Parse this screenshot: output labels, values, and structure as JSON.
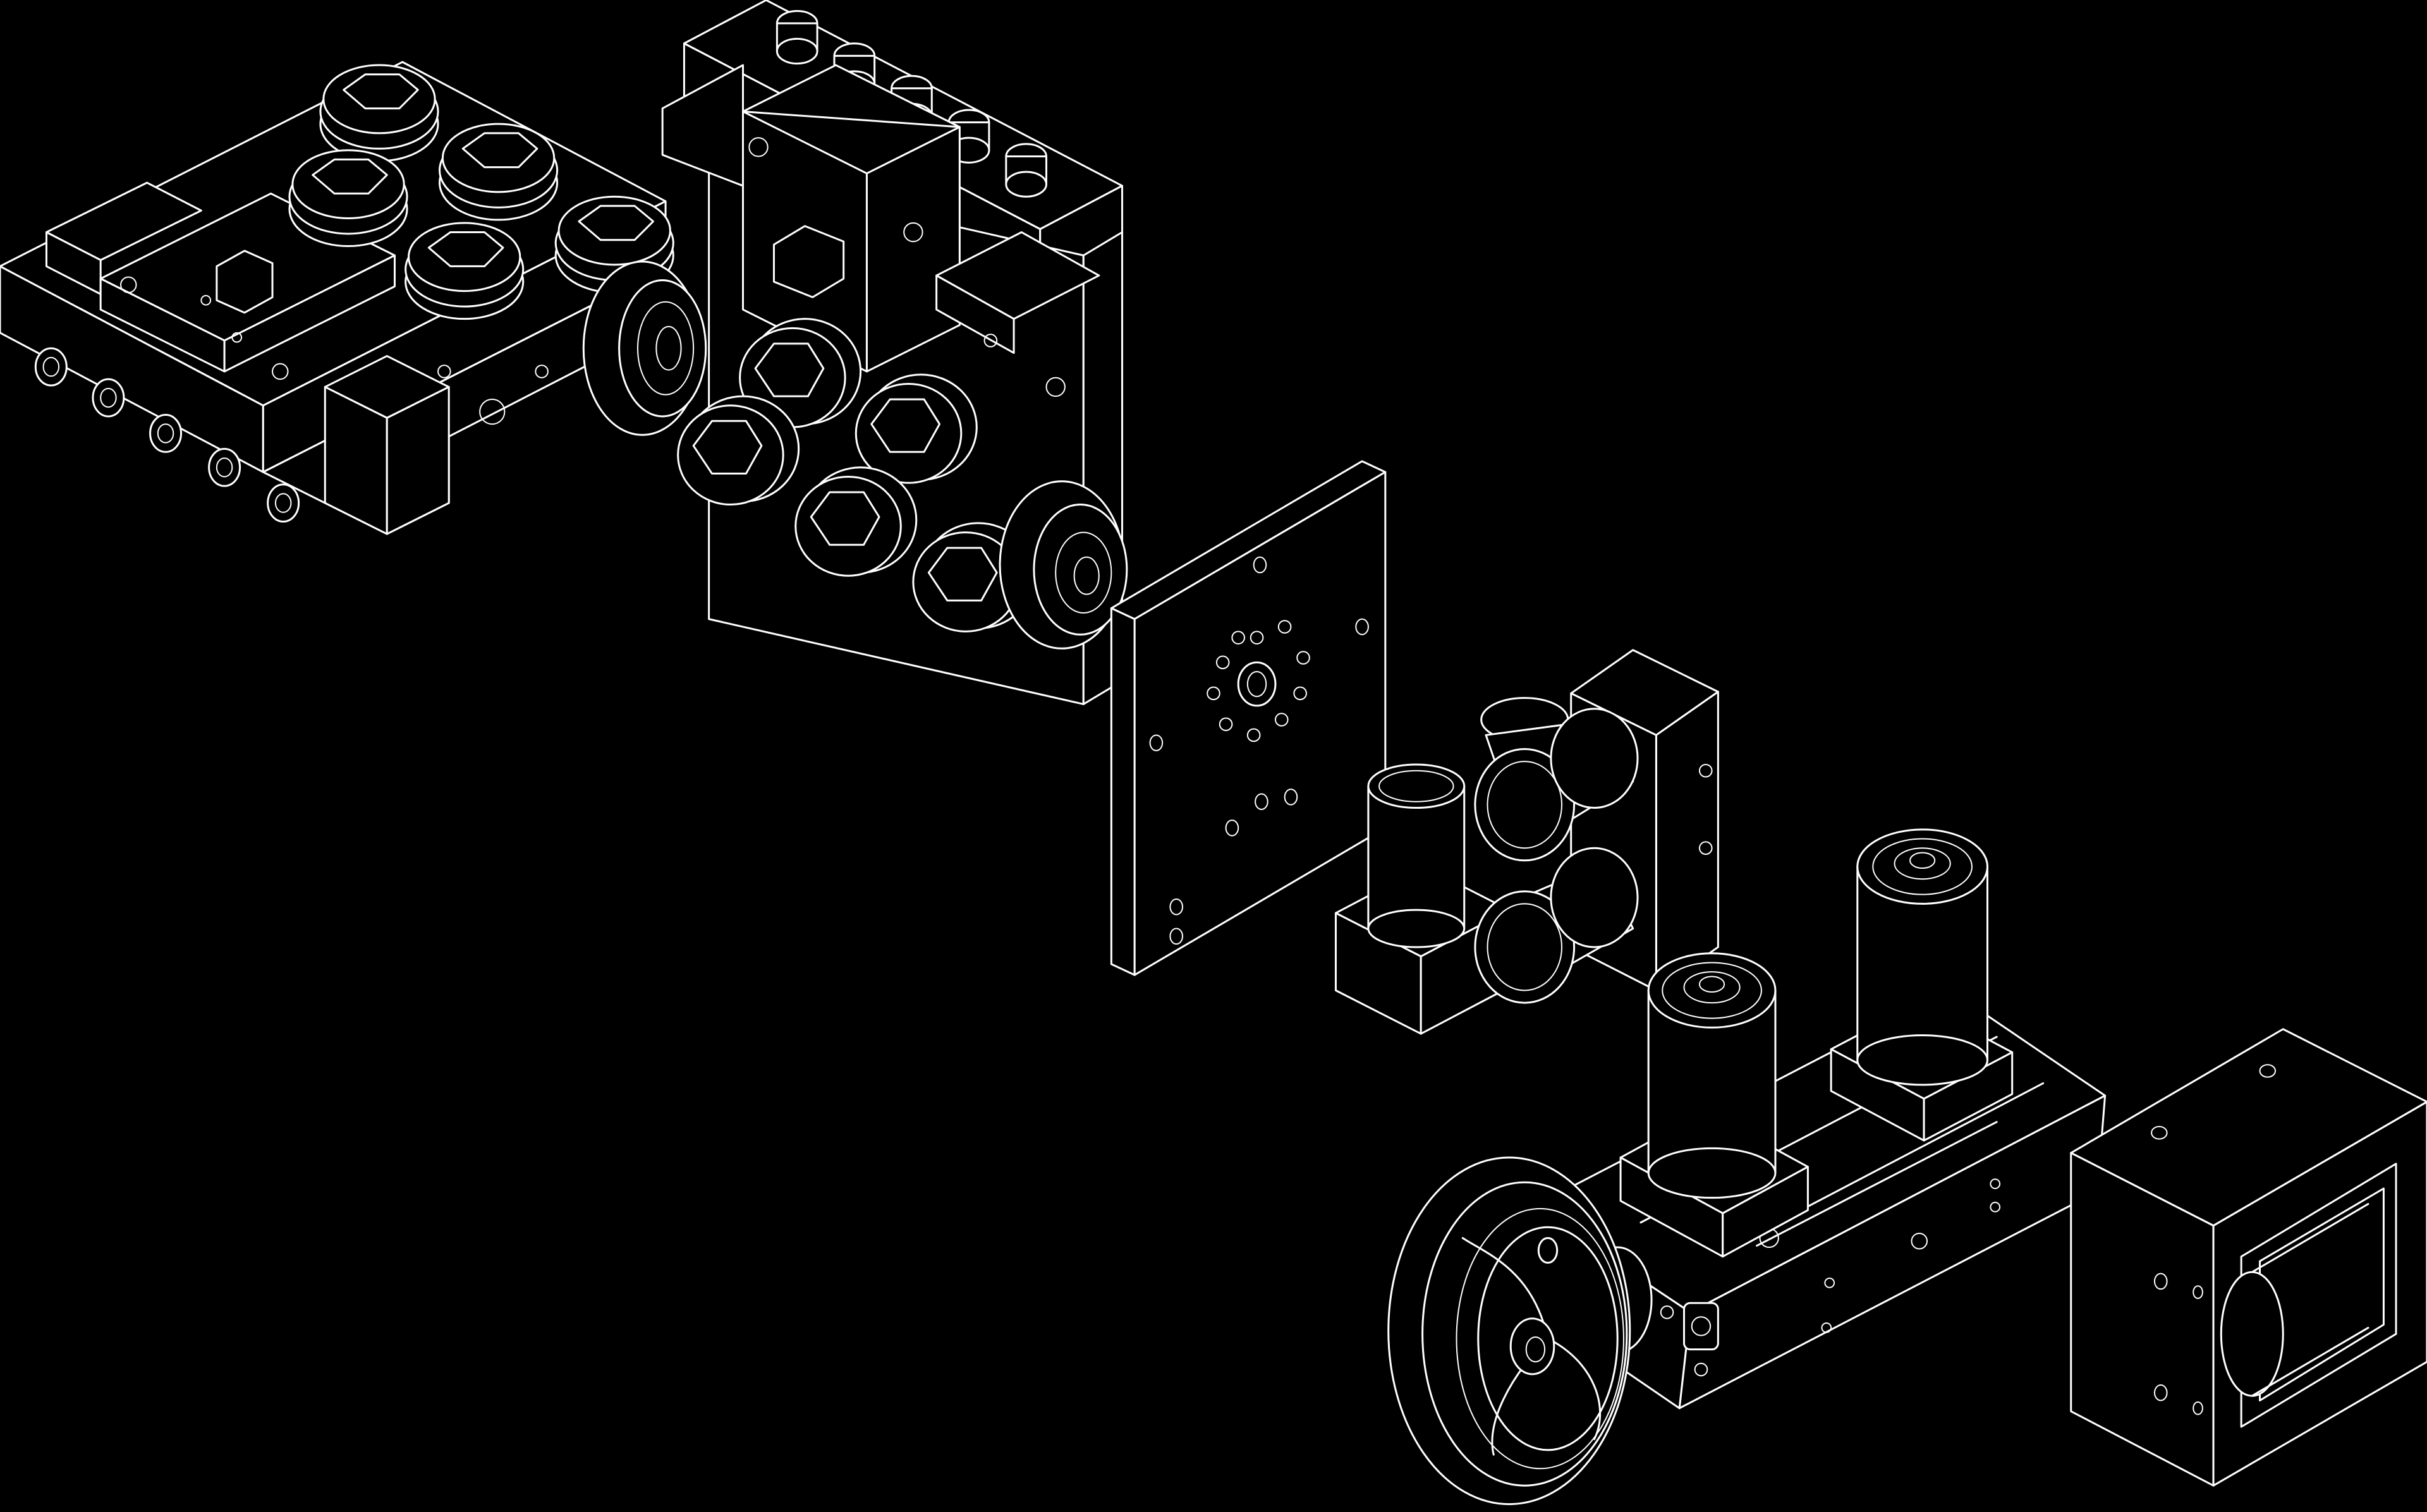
{
  "drawing": {
    "background_color": "#000000",
    "line_color": "#ffffff",
    "parts": [
      {
        "name": "roller-straightener-unit-horizontal",
        "icon": "roller-assembly-icon"
      },
      {
        "name": "roller-straightener-unit-vertical",
        "icon": "roller-assembly-icon"
      },
      {
        "name": "adapter-mounting-plate",
        "icon": "plate-icon"
      },
      {
        "name": "guide-roller-bracket",
        "icon": "guide-roller-icon"
      },
      {
        "name": "feed-slide-with-rollers",
        "icon": "slide-icon"
      },
      {
        "name": "adjustment-handwheel",
        "icon": "handwheel-icon"
      },
      {
        "name": "end-frame-housing",
        "icon": "housing-icon"
      }
    ]
  }
}
